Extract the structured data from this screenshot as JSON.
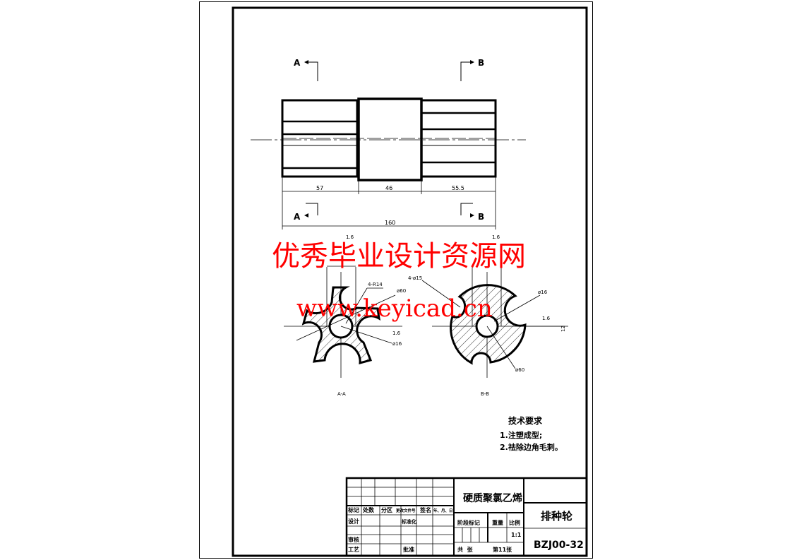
{
  "drawing": {
    "section_labels": {
      "a": "A",
      "b": "B"
    },
    "dimensions": {
      "left_len": "57",
      "mid_len": "46",
      "right_len": "55.5",
      "total_len": "160",
      "r_notch": "4-R14",
      "d_outer": "ø60",
      "d_bore": "ø16",
      "d_holes": "4-ø15",
      "roughness": "1.6",
      "key": "12"
    },
    "section_titles": {
      "aa": "A-A",
      "bb": "B-B"
    },
    "tech_requirements": {
      "title": "技术要求",
      "items": [
        "1.注塑成型;",
        "2.祛除边角毛刺。"
      ]
    }
  },
  "watermark": {
    "line1": "优秀毕业设计资源网",
    "line2": "www.keyicad.cn"
  },
  "title_block": {
    "material": "硬质聚氯乙烯",
    "part_name": "排种轮",
    "drawing_no": "BZJ00-32",
    "scale": "1:1",
    "sheets_total": "共  张",
    "sheet_no": "第11张",
    "headers": [
      "标记",
      "处数",
      "分区",
      "更改文件号",
      "签名",
      "年、月、日"
    ],
    "rows": [
      "设计",
      "标准化",
      "审核",
      "工艺",
      "批准"
    ],
    "stage_headers": [
      "阶段标记",
      "重量",
      "比例"
    ]
  },
  "colors": {
    "line": "#000000",
    "watermark": "#ff0000"
  }
}
